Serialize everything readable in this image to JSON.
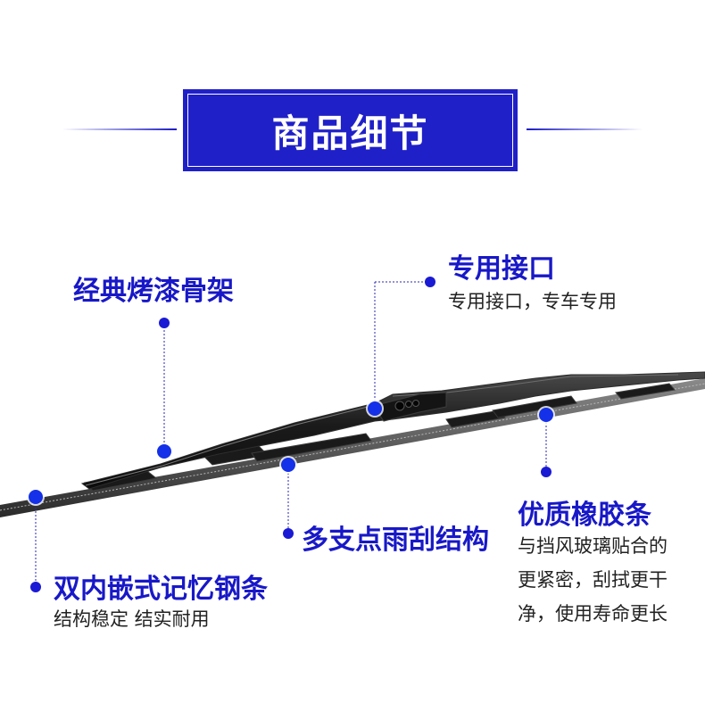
{
  "title": "商品细节",
  "callouts": {
    "frame": {
      "heading": "经典烤漆骨架"
    },
    "connector": {
      "heading": "专用接口",
      "sub": "专用接口，专车专用"
    },
    "multipoint": {
      "heading": "多支点雨刮结构"
    },
    "steel": {
      "heading": "双内嵌式记忆钢条",
      "sub": "结构稳定 结实耐用"
    },
    "rubber": {
      "heading": "优质橡胶条",
      "sub_lines": [
        "与挡风玻璃贴合的",
        "更紧密，刮拭更干",
        "净，使用寿命更长"
      ]
    }
  },
  "colors": {
    "accent": "#2020c8",
    "dot": "#1a1ad4",
    "blade": "#1c1c1c"
  },
  "icons": {
    "product": "wiper-blade-photo"
  }
}
